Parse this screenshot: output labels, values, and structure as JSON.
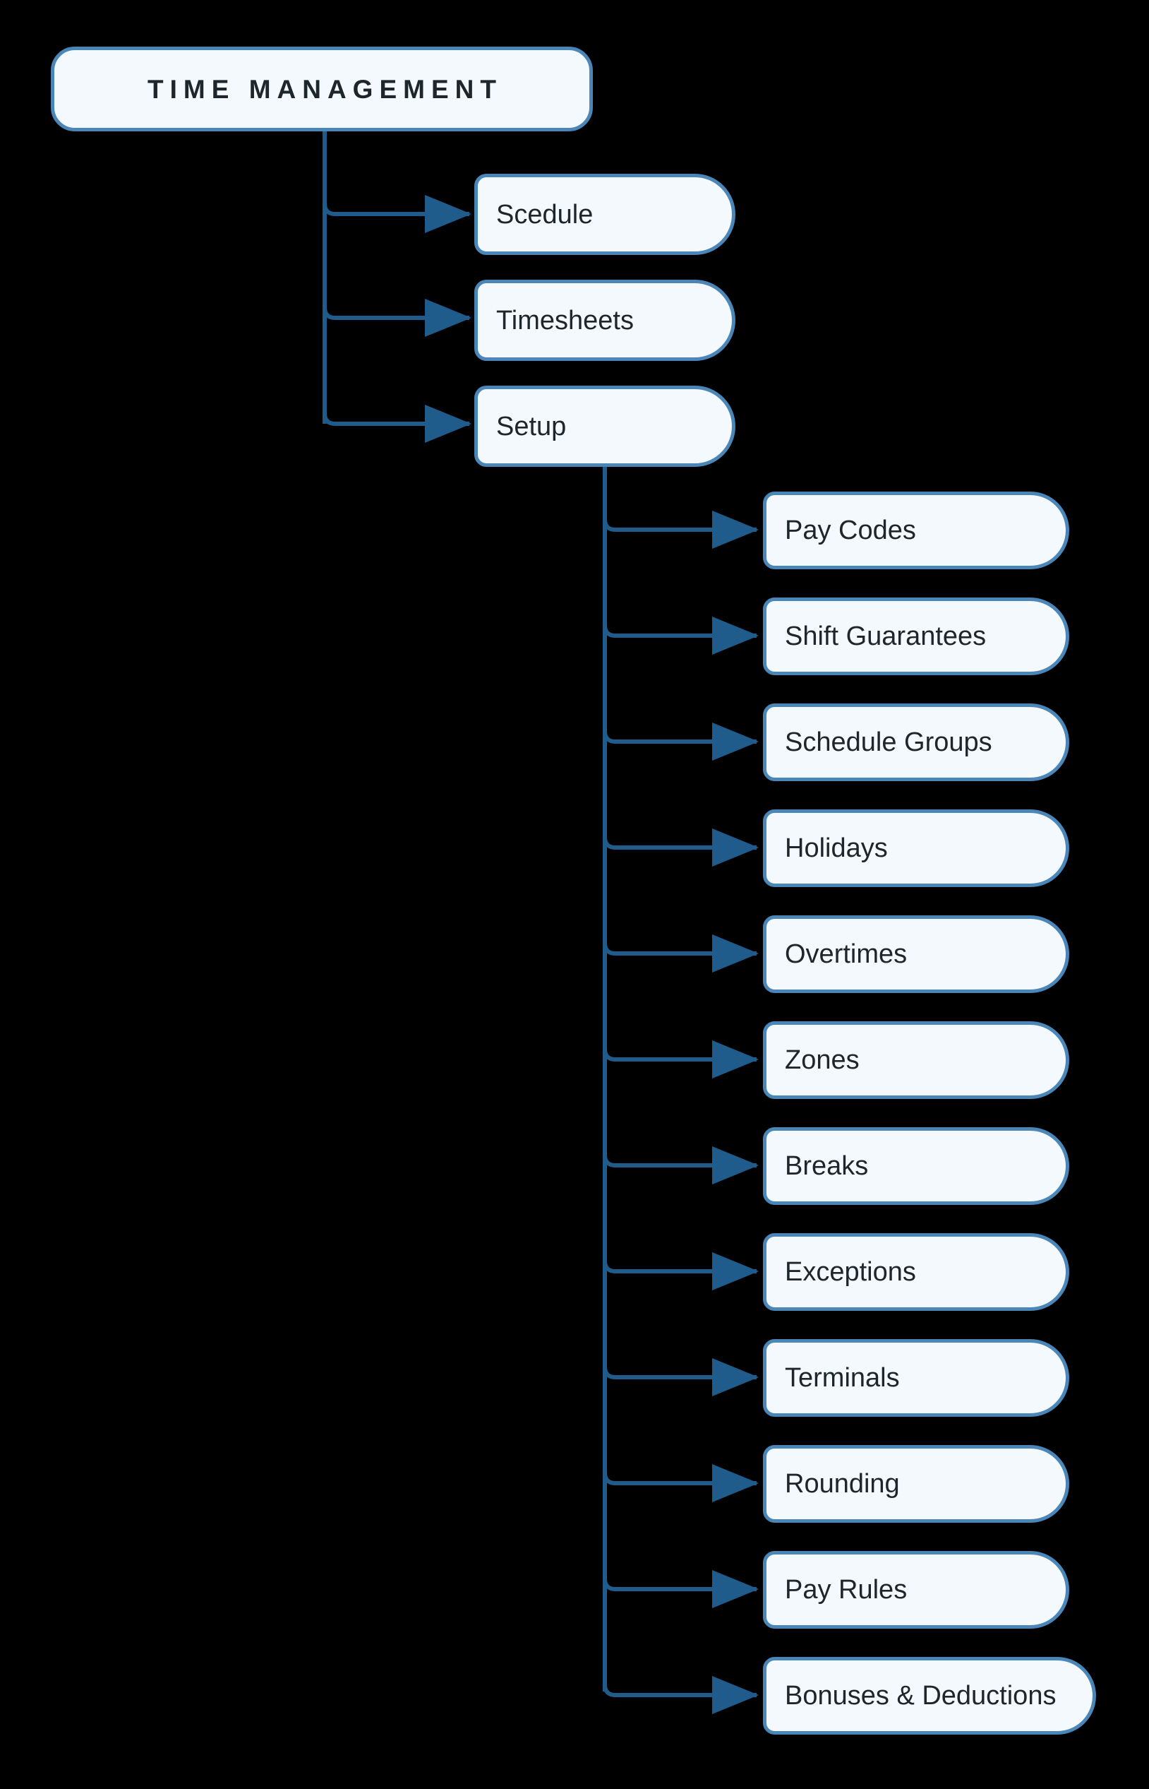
{
  "diagram": {
    "title": "Time Management module hierarchy",
    "background_color": "#000000",
    "node_fill": "#f4f9fd",
    "node_border": "#4a86b8",
    "edge_color": "#1f5c8b",
    "text_color": "#1d262b",
    "root": {
      "label": "TIME MANAGEMENT"
    },
    "branches": [
      {
        "label": "Scedule"
      },
      {
        "label": "Timesheets"
      },
      {
        "label": "Setup"
      }
    ],
    "setup_children": [
      {
        "label": "Pay Codes"
      },
      {
        "label": "Shift Guarantees"
      },
      {
        "label": "Schedule Groups"
      },
      {
        "label": "Holidays"
      },
      {
        "label": "Overtimes"
      },
      {
        "label": "Zones"
      },
      {
        "label": "Breaks"
      },
      {
        "label": "Exceptions"
      },
      {
        "label": "Terminals"
      },
      {
        "label": "Rounding"
      },
      {
        "label": "Pay Rules"
      },
      {
        "label": "Bonuses & Deductions"
      }
    ]
  }
}
